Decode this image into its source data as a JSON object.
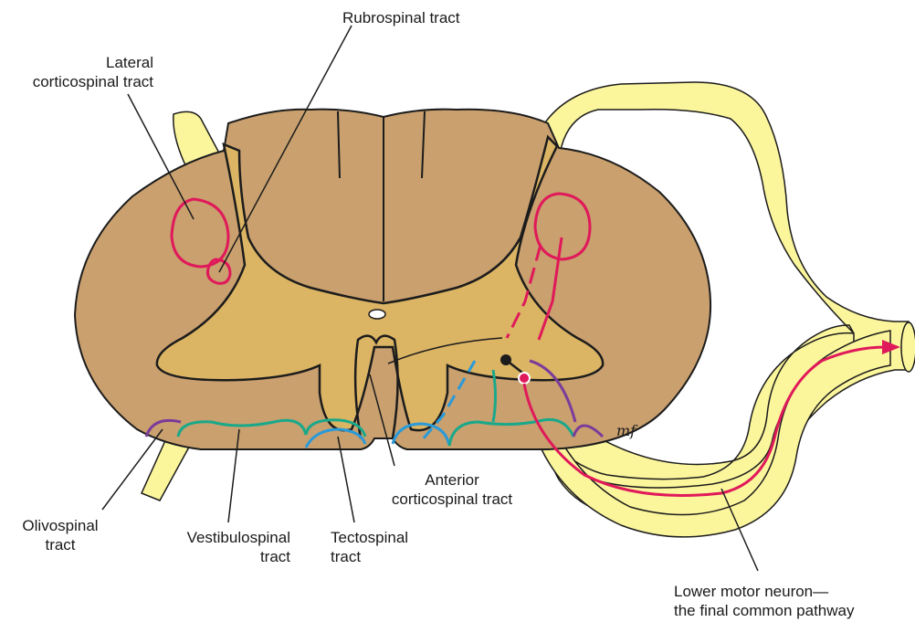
{
  "labels": {
    "lateral_corticospinal": {
      "line1": "Lateral",
      "line2": "corticospinal tract"
    },
    "rubrospinal": "Rubrospinal tract",
    "olivospinal": {
      "line1": "Olivospinal",
      "line2": "tract"
    },
    "vestibulospinal": {
      "line1": "Vestibulospinal",
      "line2": "tract"
    },
    "tectospinal": {
      "line1": "Tectospinal",
      "line2": "tract"
    },
    "anterior_corticospinal": {
      "line1": "Anterior",
      "line2": "corticospinal tract"
    },
    "lower_motor_neuron": {
      "line1": "Lower motor neuron—",
      "line2": "the final common pathway"
    }
  },
  "artist_signature": "mf",
  "colors": {
    "white_matter": "#c9a06e",
    "gray_matter": "#dbb464",
    "nerve_root": "#fbf59c",
    "outline": "#1c1c1c",
    "corticospinal": "#e0195a",
    "rubrospinal_pink": "#e0195a",
    "tectospinal_blue": "#2a9ad8",
    "vestibulospinal_green": "#1aa88a",
    "olivospinal_purple": "#7a3c9a"
  }
}
